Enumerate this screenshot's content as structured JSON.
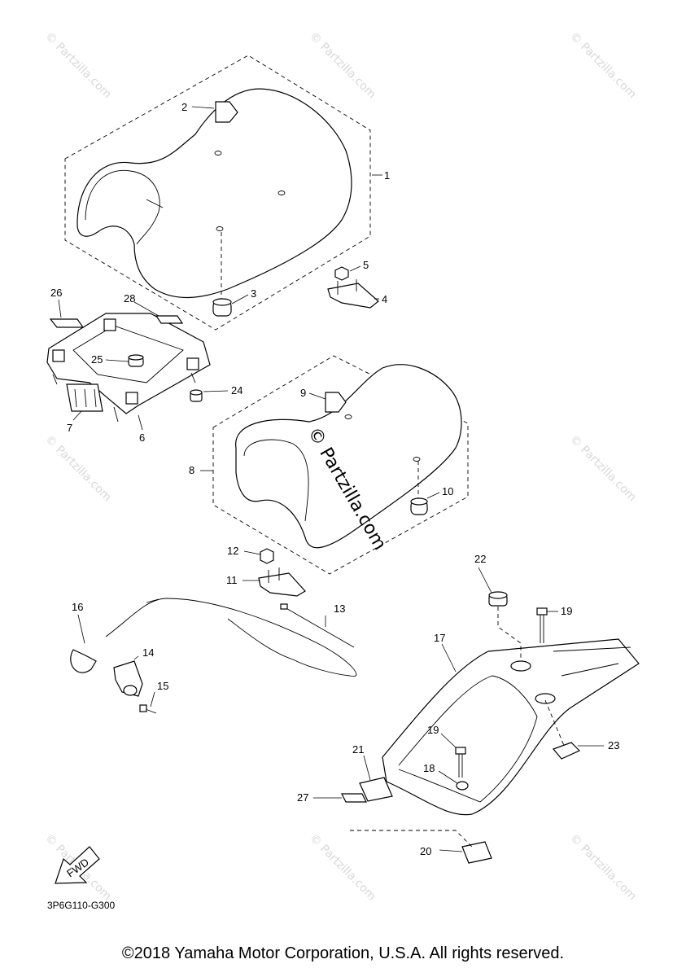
{
  "diagram_code": "3P6G110-G300",
  "copyright": "©2018 Yamaha Motor Corporation, U.S.A. All rights reserved.",
  "watermark": "© Partzilla.com",
  "fwd_label": "FWD",
  "callouts": {
    "c1": "1",
    "c2": "2",
    "c3": "3",
    "c4": "4",
    "c5": "5",
    "c6": "6",
    "c7": "7",
    "c8": "8",
    "c9": "9",
    "c10": "10",
    "c11": "11",
    "c12": "12",
    "c13": "13",
    "c14": "14",
    "c15": "15",
    "c16": "16",
    "c17": "17",
    "c18": "18",
    "c19a": "19",
    "c19b": "19",
    "c20": "20",
    "c21": "21",
    "c22": "22",
    "c23": "23",
    "c24": "24",
    "c25": "25",
    "c26": "26",
    "c27": "27",
    "c28": "28"
  }
}
